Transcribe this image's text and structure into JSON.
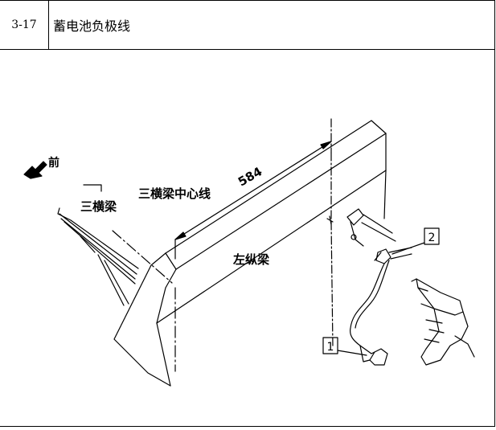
{
  "header": {
    "code": "3-17",
    "title": "蓄电池负极线"
  },
  "diagram": {
    "front_label": "前",
    "crossbeam_label": "三横梁",
    "centerline_label": "三横梁中心线",
    "dimension_value": "584",
    "rail_label": "左纵梁",
    "callout_1": "1",
    "callout_2": "2"
  }
}
